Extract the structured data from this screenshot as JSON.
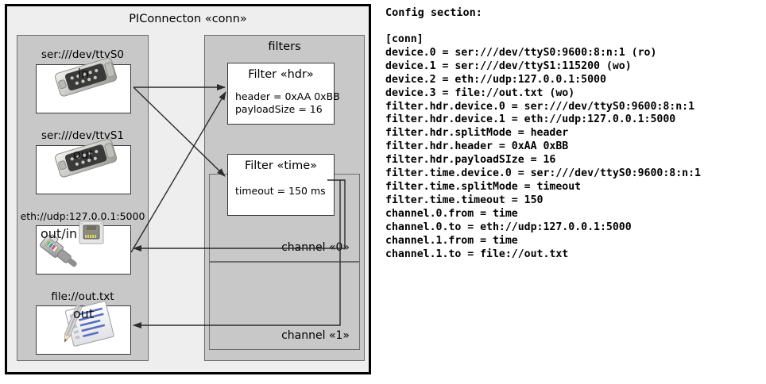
{
  "diagram": {
    "title": "PIConnecton «conn»",
    "devices_group": {
      "title": ""
    },
    "filters_group": {
      "title": "filters"
    },
    "devices": [
      {
        "label": "ser:///dev/ttyS0",
        "direction": "in",
        "icon": "serial-port-icon"
      },
      {
        "label": "ser:///dev/ttyS1",
        "direction": "out",
        "icon": "serial-port-icon"
      },
      {
        "label": "eth://udp:127.0.0.1:5000",
        "direction": "out/in",
        "icon": "network-jack-icon"
      },
      {
        "label": "file://out.txt",
        "direction": "out",
        "icon": "text-document-icon"
      }
    ],
    "filters": [
      {
        "title": "Filter «hdr»",
        "props": [
          "header = 0xAA 0xBB",
          "payloadSize = 16"
        ]
      },
      {
        "title": "Filter «time»",
        "props": [
          "timeout = 150 ms"
        ]
      }
    ],
    "channels": [
      {
        "label": "channel «0»"
      },
      {
        "label": "channel «1»"
      }
    ]
  },
  "config": {
    "heading": "Config section:",
    "lines": [
      "[conn]",
      "device.0 = ser:///dev/ttyS0:9600:8:n:1 (ro)",
      "device.1 = ser:///dev/ttyS1:115200 (wo)",
      "device.2 = eth://udp:127.0.0.1:5000",
      "device.3 = file://out.txt (wo)",
      "filter.hdr.device.0 = ser:///dev/ttyS0:9600:8:n:1",
      "filter.hdr.device.1 = eth://udp:127.0.0.1:5000",
      "filter.hdr.splitMode = header",
      "filter.hdr.header = 0xAA 0xBB",
      "filter.hdr.payloadSIze = 16",
      "filter.time.device.0 = ser:///dev/ttyS0:9600:8:n:1",
      "filter.time.splitMode = timeout",
      "filter.time.timeout = 150",
      "channel.0.from = time",
      "channel.0.to = eth://udp:127.0.0.1:5000",
      "channel.1.from = time",
      "channel.1.to = file://out.txt"
    ]
  },
  "colors": {
    "page_bg": "#ffffff",
    "frame_bg": "#eeeeee",
    "group_bg": "#c8c8c8",
    "box_bg": "#ffffff",
    "border": "#000000",
    "line": "#2b2b2b"
  }
}
